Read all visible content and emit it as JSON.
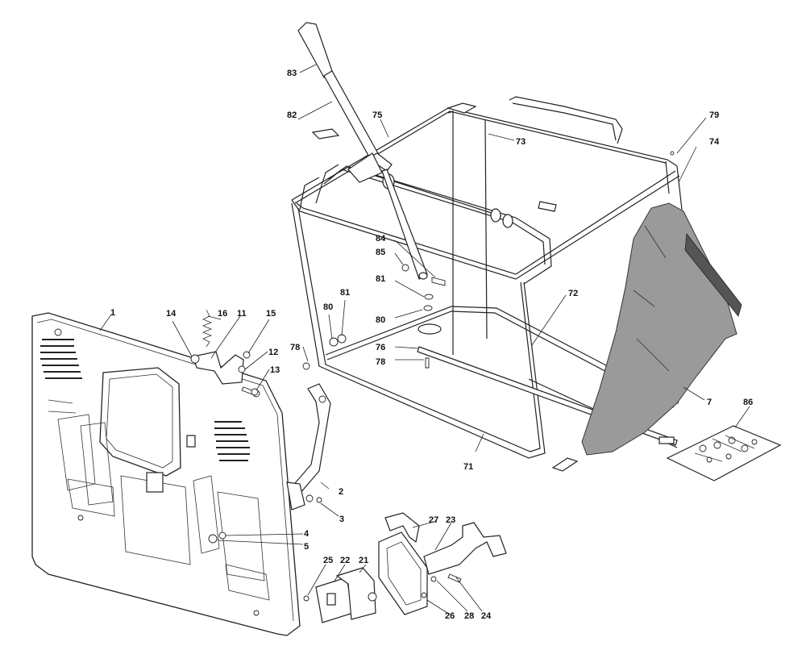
{
  "labels": [
    "1",
    "2",
    "3",
    "4",
    "5",
    "7",
    "11",
    "12",
    "13",
    "14",
    "15",
    "16",
    "21",
    "22",
    "23",
    "24",
    "25",
    "26",
    "27",
    "28",
    "71",
    "72",
    "73",
    "74",
    "75",
    "76",
    "78",
    "78",
    "79",
    "80",
    "80",
    "81",
    "81",
    "82",
    "83",
    "84",
    "85",
    "86"
  ]
}
